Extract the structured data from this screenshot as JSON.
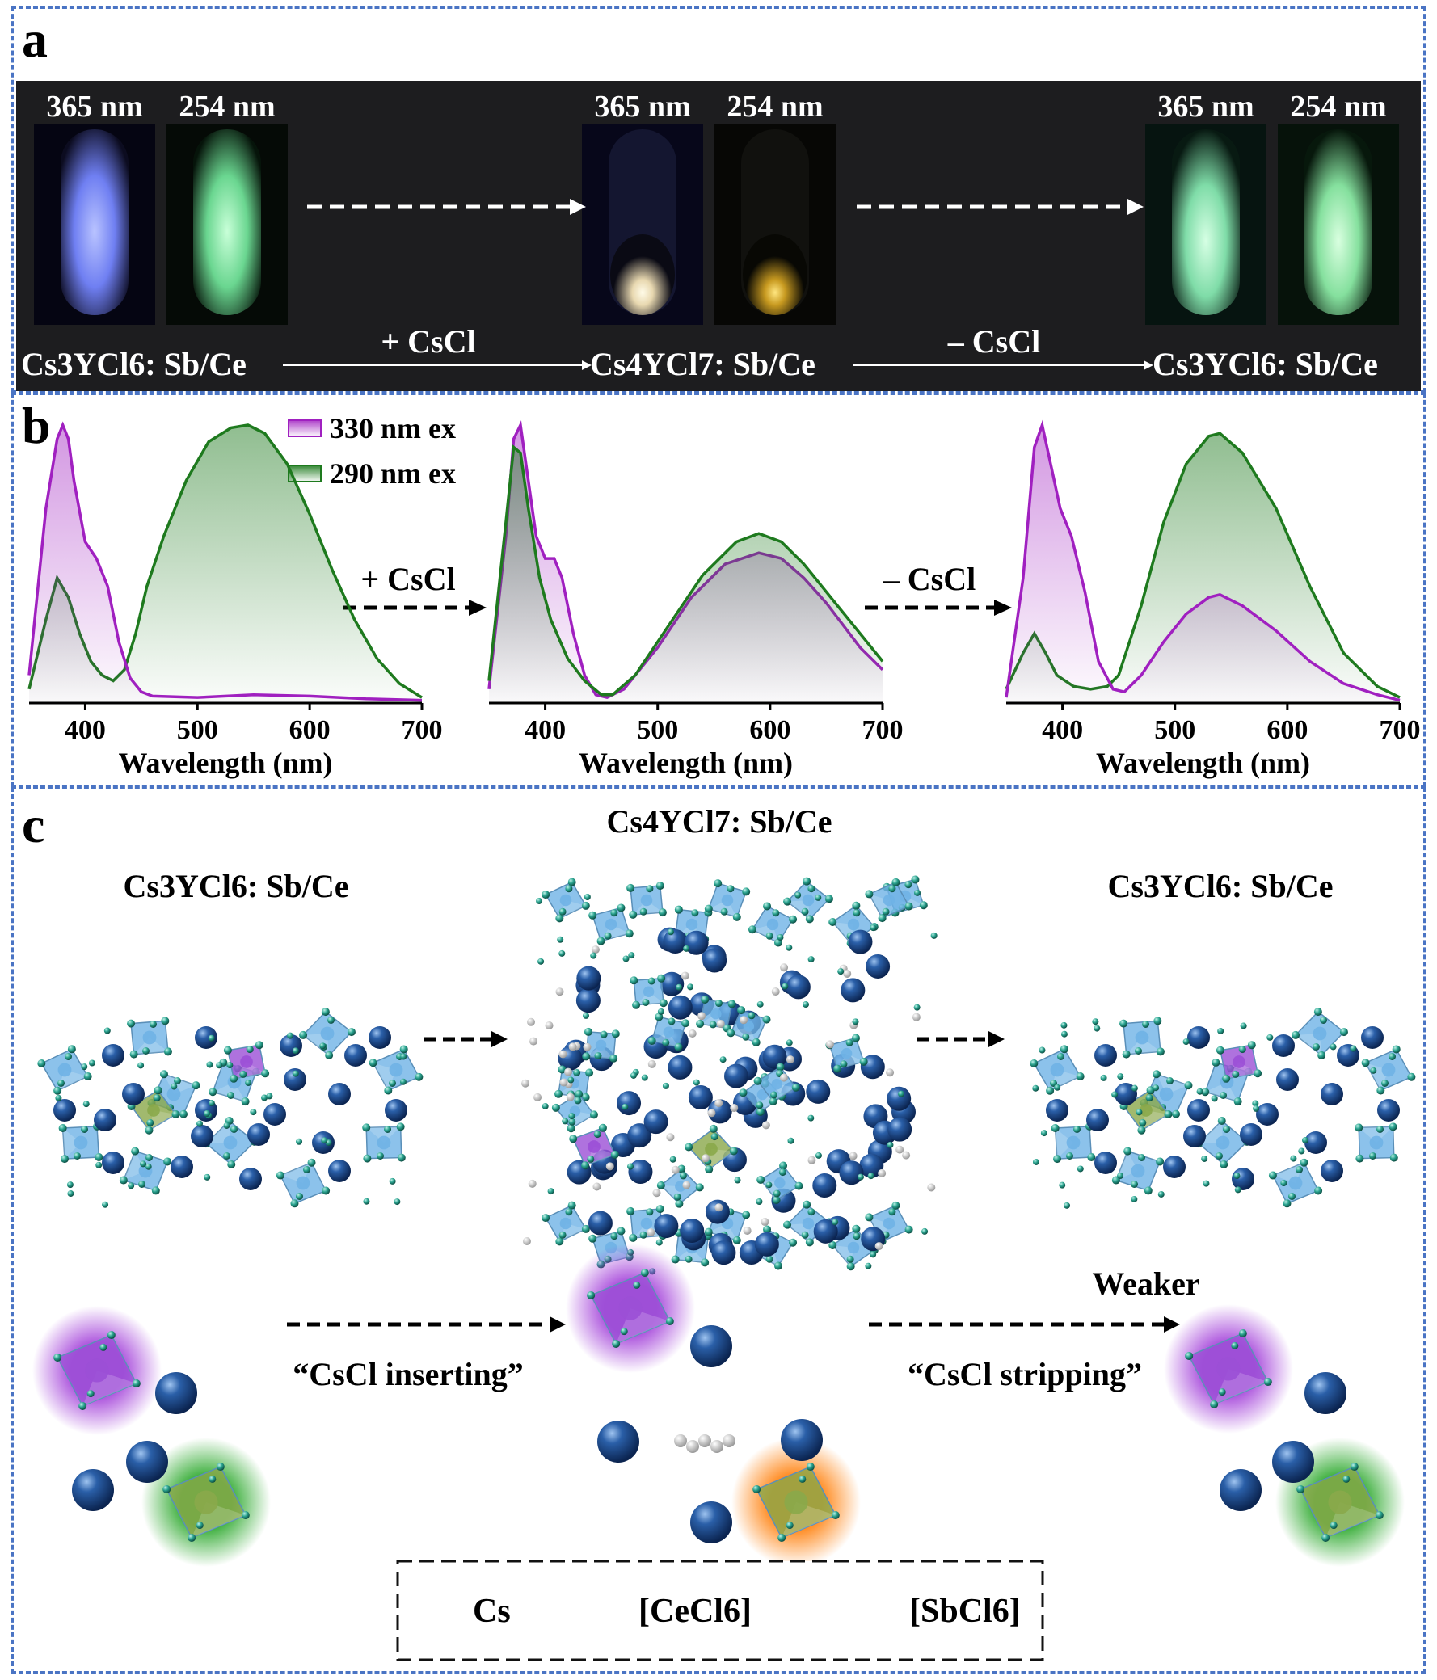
{
  "panel_a": {
    "label": "a",
    "groups": [
      {
        "uv1": "365 nm",
        "uv2": "254 nm"
      },
      {
        "uv1": "365 nm",
        "uv2": "254 nm"
      },
      {
        "uv1": "365 nm",
        "uv2": "254 nm"
      }
    ],
    "compounds": [
      "Cs3YCl6: Sb/Ce",
      "Cs4YCl7: Sb/Ce",
      "Cs3YCl6: Sb/Ce"
    ],
    "step1": "+ CsCl",
    "step2": "– CsCl",
    "sample_glow": [
      "#7f8dff",
      "#8ff0b0",
      "#fff6cc",
      "#ffd23a",
      "#9ff0c0",
      "#a6f2c0"
    ]
  },
  "panel_b": {
    "label": "b",
    "legend": [
      "330 nm ex",
      "290 nm ex"
    ],
    "step1": "+ CsCl",
    "step2": "– CsCl",
    "colors": {
      "ex330": "#a020c0",
      "ex290": "#1e7a1e"
    },
    "chart_data": [
      {
        "type": "line",
        "xlabel": "Wavelength (nm)",
        "xlim": [
          350,
          700
        ],
        "xticks": [
          400,
          500,
          600,
          700
        ],
        "series": [
          {
            "name": "330 nm ex",
            "x": [
              350,
              365,
              375,
              380,
              385,
              390,
              400,
              410,
              420,
              430,
              440,
              450,
              460,
              500,
              550,
              600,
              650,
              700
            ],
            "y": [
              0.1,
              0.7,
              0.95,
              1.0,
              0.95,
              0.8,
              0.58,
              0.52,
              0.42,
              0.22,
              0.09,
              0.04,
              0.025,
              0.02,
              0.03,
              0.025,
              0.015,
              0.01
            ]
          },
          {
            "name": "290 nm ex",
            "x": [
              350,
              365,
              375,
              385,
              395,
              405,
              415,
              425,
              435,
              445,
              455,
              470,
              490,
              510,
              530,
              545,
              560,
              580,
              600,
              620,
              640,
              660,
              680,
              700
            ],
            "y": [
              0.05,
              0.3,
              0.45,
              0.38,
              0.25,
              0.15,
              0.1,
              0.08,
              0.12,
              0.25,
              0.42,
              0.6,
              0.8,
              0.94,
              0.99,
              1.0,
              0.97,
              0.86,
              0.68,
              0.48,
              0.3,
              0.16,
              0.07,
              0.02
            ]
          }
        ]
      },
      {
        "type": "line",
        "xlabel": "Wavelength (nm)",
        "xlim": [
          350,
          700
        ],
        "xticks": [
          400,
          500,
          600,
          700
        ],
        "series": [
          {
            "name": "330 nm ex",
            "x": [
              350,
              365,
              372,
              378,
              385,
              392,
              400,
              408,
              415,
              425,
              435,
              445,
              455,
              470,
              500,
              530,
              560,
              590,
              610,
              630,
              650,
              680,
              700
            ],
            "y": [
              0.05,
              0.6,
              0.95,
              1.0,
              0.8,
              0.6,
              0.52,
              0.52,
              0.45,
              0.25,
              0.1,
              0.03,
              0.02,
              0.05,
              0.2,
              0.38,
              0.5,
              0.54,
              0.52,
              0.45,
              0.36,
              0.2,
              0.12
            ]
          },
          {
            "name": "290 nm ex",
            "x": [
              350,
              365,
              372,
              378,
              385,
              395,
              405,
              420,
              435,
              450,
              460,
              480,
              510,
              540,
              570,
              590,
              610,
              630,
              660,
              700
            ],
            "y": [
              0.08,
              0.65,
              0.92,
              0.9,
              0.7,
              0.45,
              0.3,
              0.16,
              0.08,
              0.03,
              0.03,
              0.1,
              0.28,
              0.46,
              0.58,
              0.61,
              0.58,
              0.5,
              0.35,
              0.15
            ]
          }
        ]
      },
      {
        "type": "line",
        "xlabel": "Wavelength (nm)",
        "xlim": [
          350,
          700
        ],
        "xticks": [
          400,
          500,
          600,
          700
        ],
        "series": [
          {
            "name": "330 nm ex",
            "x": [
              350,
              365,
              375,
              382,
              390,
              398,
              408,
              420,
              432,
              445,
              455,
              470,
              490,
              510,
              530,
              540,
              560,
              590,
              620,
              650,
              680,
              700
            ],
            "y": [
              0.02,
              0.45,
              0.92,
              1.0,
              0.85,
              0.7,
              0.6,
              0.4,
              0.15,
              0.05,
              0.04,
              0.1,
              0.22,
              0.32,
              0.38,
              0.39,
              0.35,
              0.26,
              0.15,
              0.07,
              0.03,
              0.01
            ]
          },
          {
            "name": "290 nm ex",
            "x": [
              350,
              365,
              375,
              385,
              395,
              410,
              425,
              440,
              450,
              470,
              490,
              510,
              530,
              540,
              560,
              590,
              620,
              650,
              680,
              700
            ],
            "y": [
              0.05,
              0.18,
              0.25,
              0.18,
              0.1,
              0.06,
              0.05,
              0.06,
              0.1,
              0.35,
              0.65,
              0.86,
              0.96,
              0.97,
              0.9,
              0.7,
              0.42,
              0.18,
              0.06,
              0.02
            ]
          }
        ]
      }
    ]
  },
  "panel_c": {
    "label": "c",
    "crystal_titles": [
      "Cs3YCl6: Sb/Ce",
      "Cs4YCl7: Sb/Ce",
      "Cs3YCl6: Sb/Ce"
    ],
    "process1": "“CsCl inserting”",
    "process2": "“CsCl stripping”",
    "weaker": "Weaker",
    "legend": [
      "Cs",
      "[CeCl6]",
      "[SbCl6]"
    ],
    "colors": {
      "cs": "#1b4a86",
      "ce": "#9b4fd6",
      "sb": "#8aa84a",
      "ycl6": "#6fb3e6",
      "cl": "#2aa38f"
    }
  }
}
